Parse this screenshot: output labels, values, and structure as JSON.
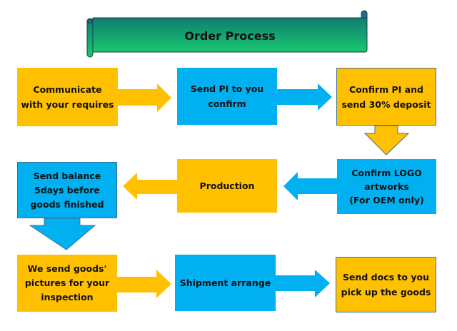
{
  "title": "Order Process",
  "colors": {
    "yellow": "#FFC000",
    "blue": "#00B0F0",
    "banner_top": "#0E7D72",
    "banner_bottom": "#19C86E",
    "outline": "#41719C"
  },
  "steps": [
    {
      "id": 1,
      "text": "Communicate\nwith your requires",
      "color": "yellow"
    },
    {
      "id": 2,
      "text": "Send PI to you\nconfirm",
      "color": "blue"
    },
    {
      "id": 3,
      "text": "Confirm PI and\nsend 30% deposit",
      "color": "yellow"
    },
    {
      "id": 4,
      "text": "Confirm LOGO\nartworks\n(For OEM only)",
      "color": "blue"
    },
    {
      "id": 5,
      "text": "Production",
      "color": "yellow"
    },
    {
      "id": 6,
      "text": "Send balance\n5days before\ngoods finished",
      "color": "blue"
    },
    {
      "id": 7,
      "text": "We send goods'\npictures for your\ninspection",
      "color": "yellow"
    },
    {
      "id": 8,
      "text": "Shipment arrange",
      "color": "blue"
    },
    {
      "id": 9,
      "text": "Send docs to you\npick up the goods",
      "color": "yellow"
    }
  ],
  "flow": [
    {
      "from": 1,
      "to": 2,
      "direction": "right"
    },
    {
      "from": 2,
      "to": 3,
      "direction": "right"
    },
    {
      "from": 3,
      "to": 4,
      "direction": "down"
    },
    {
      "from": 4,
      "to": 5,
      "direction": "left"
    },
    {
      "from": 5,
      "to": 6,
      "direction": "left"
    },
    {
      "from": 6,
      "to": 7,
      "direction": "down"
    },
    {
      "from": 7,
      "to": 8,
      "direction": "right"
    },
    {
      "from": 8,
      "to": 9,
      "direction": "right"
    }
  ]
}
